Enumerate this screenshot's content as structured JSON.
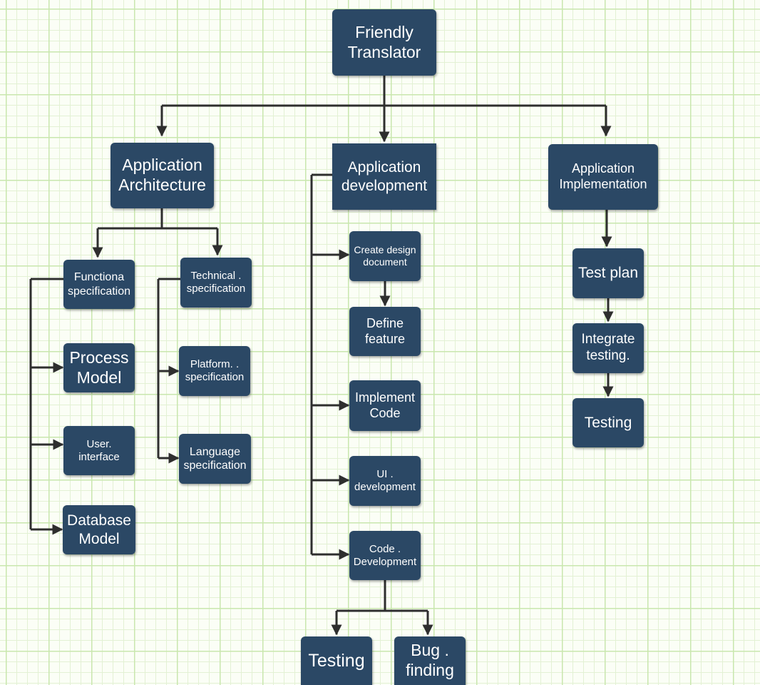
{
  "diagram": {
    "root": "Friendly\nTranslator",
    "architecture": {
      "title": "Application\nArchitecture",
      "functional": "Functiona\nspecification",
      "process_model": "Process\nModel",
      "user_interface": "User.\ninterface",
      "database_model": "Database\nModel",
      "technical": "Technical   .\nspecification",
      "platform": "Platform.  .\nspecification",
      "language": "Language\nspecification"
    },
    "development": {
      "title": "Application\ndevelopment",
      "design_document": "Create design\ndocument",
      "define_feature": "Define\nfeature",
      "implement_code": "Implement\nCode",
      "ui_development": "UI          .\ndevelopment",
      "code_development": "Code      .\nDevelopment",
      "testing": "Testing",
      "bug_finding": "Bug   .\nfinding"
    },
    "implementation": {
      "title": "Application\nImplementation",
      "test_plan": "Test plan",
      "integrate_testing": "Integrate\ntesting.",
      "testing": "Testing"
    },
    "colors": {
      "node": "#2b4865",
      "node_text": "#ffffff",
      "connector": "#2e2e2e",
      "grid": "#c9e7ae"
    }
  }
}
